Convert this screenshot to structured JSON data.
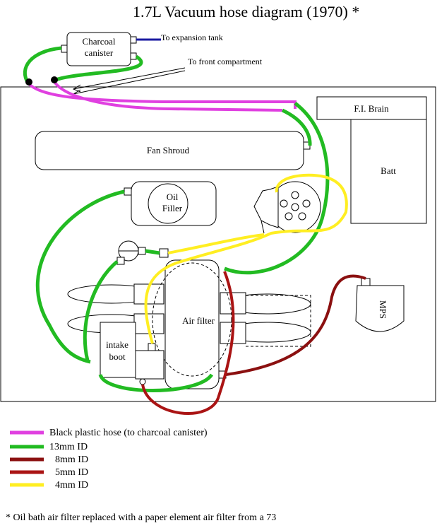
{
  "title": "1.7L Vacuum hose diagram (1970) *",
  "components": {
    "charcoal_canister_line1": "Charcoal",
    "charcoal_canister_line2": "canister",
    "expansion_tank_label": "To expansion tank",
    "front_compartment_label": "To front compartment",
    "fi_brain": "F.I. Brain",
    "fan_shroud": "Fan Shroud",
    "battery": "Batt",
    "oil_filler_line1": "Oil",
    "oil_filler_line2": "Filler",
    "air_filter": "Air filter",
    "intake_boot_line1": "intake",
    "intake_boot_line2": "boot",
    "mps": "MPS"
  },
  "colors": {
    "black_plastic": "#e040e0",
    "mm13": "#22bb22",
    "mm8": "#8b1010",
    "mm5": "#aa1414",
    "mm4": "#ffee22",
    "blue_line": "#1a1aa0"
  },
  "legend": [
    {
      "label": "Black plastic hose (to charcoal canister)",
      "color": "#e040e0"
    },
    {
      "label": "13mm ID",
      "color": "#22bb22"
    },
    {
      "label": "8mm ID",
      "color": "#8b1010"
    },
    {
      "label": "5mm ID",
      "color": "#aa1414"
    },
    {
      "label": "4mm ID",
      "color": "#ffee22"
    }
  ],
  "footnote": "* Oil bath air filter replaced with a paper element air filter from a 73"
}
